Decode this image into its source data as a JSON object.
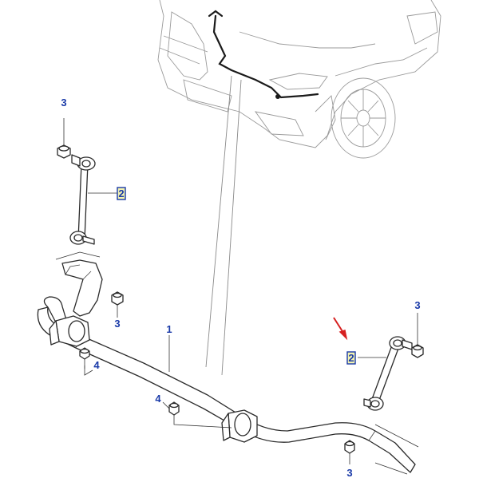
{
  "callouts": {
    "link_left": "2",
    "link_right": "2",
    "nut_link_left_top": "3",
    "nut_bracket_left": "3",
    "nut_link_right_top": "3",
    "nut_bottom_right": "3",
    "bar": "1",
    "bolt_bushing_left": "4",
    "bolt_bushing_right": "4"
  },
  "highlight_color": "#f4f4b0",
  "callout_color": "#1a3aa8",
  "arrow_color": "#d62020"
}
